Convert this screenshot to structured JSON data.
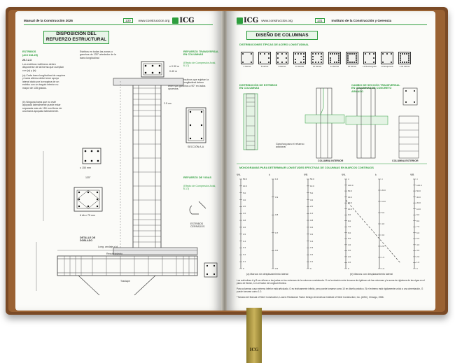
{
  "left_page": {
    "header_title": "Manual de la Construcción 2026",
    "page_number": "130",
    "website": "www.construccion.org",
    "logo": "ICG",
    "section_title": "DISPOSICIÓN DEL REFUERZO ESTRUCTURAL",
    "block_estribos": {
      "title": "ESTRIBOS",
      "subtitle": "(ACI 318-25)",
      "clause": "25.7.2.3",
      "text": "Los estribos rectilíneos deben disponerse de tal forma que cumplan con (a) y (b):",
      "item_a": "(a) Cada barra longitudinal de esquina y barra alterna debe tener apoyo lateral dado por la esquina de un estribo con un ángulo interior no mayor de 135 grados.",
      "item_b": "(b) Ninguna barra que no esté apoyada lateralmente puede estar separada más de 150 mm libres de una barra apoyada lateralmente."
    },
    "block_middle_text": "Estribos en todas las zonas o ganchos de 135° alrededor de la barra longitudinal",
    "side_note_1_title": "REFUERZO TRANSVERSAL EN COLUMNAS",
    "side_note_1_sub": "(Efecto de Compresión Axial, 6.17)",
    "side_note_1_text": "Estribos consecutivos que sujetan la misma varilla longitudinal deben tener sus ganchos a 90° en lados opuestos.",
    "side_note_2_title": "REFUERZO DE VIGAS",
    "side_note_2_sub": "(Efecto de Compresión Axial, 6.17)",
    "label_seccion_aa": "SECCIÓN A-A",
    "label_detalle_doblado": "DETALLE DE DOBLADO",
    "label_estribos_cerrados": "ESTRIBOS CERRADOS",
    "label_long_anclaje": "Long. anclaje ≥ ld",
    "label_135": "135°",
    "label_150": "≤ 150 mm",
    "label_6db": "6 db ≥ 75 mm",
    "label_2_5cm": "2.5 cm",
    "label_recubrimiento": "Recubrimiento",
    "label_traslape": "Traslape",
    "dim_a": "≥ 0.30 m",
    "dim_b": "0.40 m"
  },
  "right_page": {
    "header_title": "Instituto de la Construcción y Gerencia",
    "page_number": "131",
    "website": "www.construccion.org",
    "logo": "ICG",
    "section_title": "DISEÑO DE COLUMNAS",
    "typical_arrangements_title": "DISTRIBUCIONES TÍPICAS DE ACERO LONGITUDINAL",
    "arrangements": [
      "4 barras",
      "6 barras",
      "8 barras",
      "10 barras",
      "12 barras",
      "14 barras",
      "16 barras",
      "L2 Rectangular",
      "L2 Esquinera",
      "≥ 16 barras"
    ],
    "estribos_title": "DISTRIBUCIÓN DE ESTRIBOS EN COLUMNAS",
    "seccion_title": "CAMBIO DE SECCIÓN TRANSVERSAL EN COLUMNAS DE CONCRETO ARMADO",
    "label_columna_interior": "COLUMNA INTERIOR",
    "label_columna_exterior": "COLUMNA EXTERIOR",
    "label_ganchos": "Ganchos para el refuerzo adicional",
    "nomograms_title": "MONOGRAMAS PARA DETERMINAR LONGITUDES EFECTIVAS DE COLUMNAS EN MARCOS CONTINUOS",
    "nomogram_a_caption": "(a) Marcos sin desplazamiento lateral",
    "nomogram_b_caption": "(b) Marcos con desplazamiento lateral",
    "axis_labels": [
      "ΨA",
      "k",
      "ΨB",
      "ΨA",
      "k",
      "ΨB"
    ],
    "scale_left": [
      "50.0",
      "10.0",
      "5.0",
      "3.0",
      "2.0",
      "1.0",
      "0.8",
      "0.6",
      "0.5",
      "0.4",
      "0.3",
      "0.2",
      "0.1",
      "0"
    ],
    "scale_k_a": [
      "1.0",
      "0.9",
      "0.8",
      "0.7",
      "0.6",
      "0.5"
    ],
    "scale_right": [
      "∞",
      "100.0",
      "50.0",
      "30.0",
      "20.0",
      "10.0",
      "9.0",
      "8.0",
      "7.0",
      "6.0",
      "5.0",
      "4.0",
      "3.0",
      "2.0",
      "1.0",
      "0"
    ],
    "scale_k_b": [
      "∞",
      "20.0",
      "10.0",
      "5.0",
      "4.0",
      "3.0",
      "2.0",
      "1.5",
      "1.0"
    ],
    "footnote_1": "Los subíndices A y B se refieren a las juntas en los extremos de la columna considerada. G es la relación entre la suma de rigideces de las columnas y la suma de rigideces de las vigas en el plano de flexión, k es el factor de longitud efectiva.",
    "footnote_2": "Para columnas cuyo extremo inferior está articulado, G es teóricamente infinito, pero puede tomarse como 10 en diseño práctico. Si el extremo está rígidamente unido a una cimentación, G puede tomarse como 1.0.",
    "footnote_3": "*Tomado del Manual of Steel Construction, Load & Resistance Factor Design de American Institute of Steel Construction, Inc. (AISC), Chicago, 1986."
  },
  "bookmark_logo": "ICG",
  "colors": {
    "accent_green": "#2e9e3e",
    "cover_brown": "#7a4a26",
    "ribbon_gold": "#c9b25a"
  }
}
